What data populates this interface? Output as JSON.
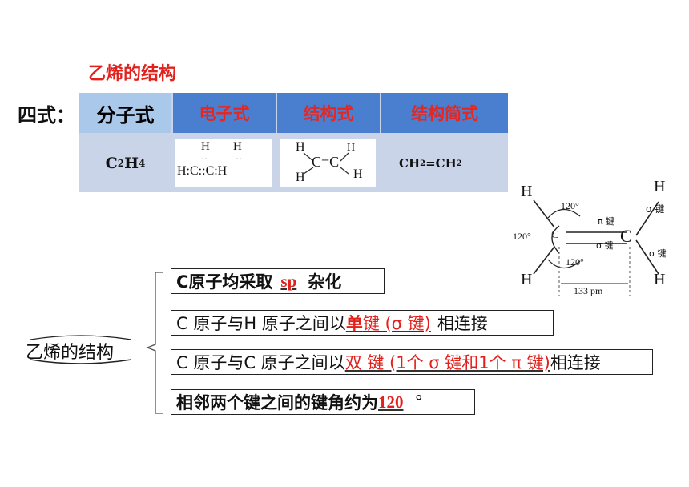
{
  "title": "乙烯的结构",
  "four_forms_label": "四式：",
  "table": {
    "headers": [
      "分子式",
      "电子式",
      "结构式",
      "结构简式"
    ],
    "molecular_formula": {
      "c": "C",
      "c_sub": "2",
      "h": "H",
      "h_sub": "4"
    },
    "electron": {
      "top_h1": "H",
      "top_h2": "H",
      "dots1": "··",
      "dots2": "··",
      "line": "H:C::C:H"
    },
    "structural": {
      "h_tl": "H",
      "h_tr": "H",
      "h_bl": "H",
      "h_br": "H",
      "center": "C=C"
    },
    "condensed": {
      "part1": "CH",
      "sub1": "2",
      "part2": "=CH",
      "sub2": "2"
    }
  },
  "diagram": {
    "h_top_left": "H",
    "h_top_right": "H",
    "h_bottom_left": "H",
    "h_bottom_right": "H",
    "c_left": "C",
    "c_right": "C",
    "angle_top": "120°",
    "angle_left": "120°",
    "angle_bottom": "120°",
    "pi_bond": "π 键",
    "sigma_bond_mid": "σ 键",
    "sigma_bond_upper": "σ 键",
    "sigma_bond_lower": "σ 键",
    "bond_length": "133 pm"
  },
  "mindmap": {
    "root": "乙烯的结构",
    "items": [
      {
        "prefix": "C原子均采取",
        "answer": "sp",
        "suffix": "杂化"
      },
      {
        "prefix": "C 原子与H 原子之间以",
        "answer_bold": "单",
        "answer": "键 (σ 键)",
        "suffix": "相连接"
      },
      {
        "prefix": "C 原子与C 原子之间以",
        "answer": "双 键 (1个 σ 键和1个 π 键)",
        "suffix": "相连接"
      },
      {
        "prefix": "相邻两个键之间的键角约为",
        "answer": "120",
        "suffix": "°"
      }
    ]
  },
  "colors": {
    "red": "#e2201c",
    "header_blue": "#4a7fd0",
    "first_header": "#a9c8ea",
    "row_bg": "#c9d4e8"
  }
}
